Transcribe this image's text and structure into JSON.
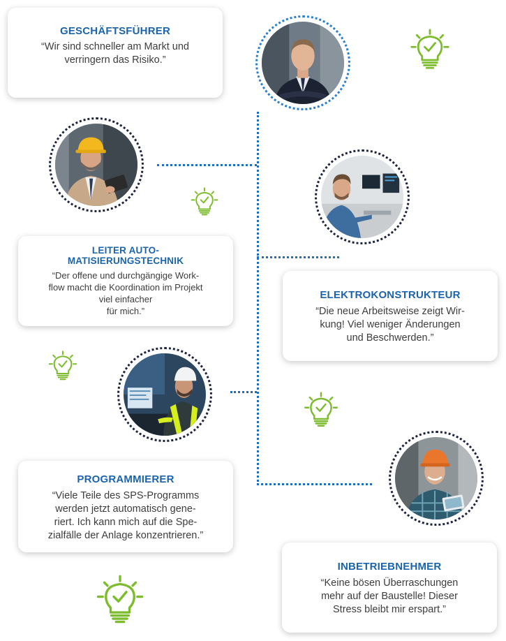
{
  "colors": {
    "title_blue": "#1b64ab",
    "line_blue": "#1f6ec1",
    "icon_green": "#7dbb2f",
    "text_gray": "#3d3d3d"
  },
  "testimonials": [
    {
      "role": "GESCHÄFTSFÜHRER",
      "quote_lines": [
        "“Wir sind schneller am Markt und",
        "verringern das Risiko.”"
      ],
      "photo_icon": "businessman-portrait-icon"
    },
    {
      "role_lines": [
        "LEITER AUTO-",
        "MATISIERUNGSTECHNIK"
      ],
      "quote_lines": [
        "“Der offene und durchgängige Work-",
        "flow macht die  Koordination im Projekt",
        "viel einfacher",
        "für mich.”"
      ],
      "photo_icon": "manager-with-hardhat-and-tablet-icon"
    },
    {
      "role": "ELEKTROKONSTRUKTEUR",
      "quote_lines": [
        "“Die neue Arbeitsweise zeigt Wir-",
        "kung! Viel weniger Änderungen",
        "und Beschwerden.”"
      ],
      "photo_icon": "engineer-at-computer-icon"
    },
    {
      "role": "PROGRAMMIERER",
      "quote_lines": [
        "“Viele Teile des SPS-Programms",
        "werden jetzt automatisch gene-",
        "riert. Ich kann mich auf die Spe-",
        "zialfälle der Anlage konzentrieren.”"
      ],
      "photo_icon": "programmer-with-helmet-icon"
    },
    {
      "role": "INBETRIEBNEHMER",
      "quote_lines": [
        "“Keine bösen Überraschungen",
        "mehr auf der Baustelle! Dieser",
        "Stress bleibt mir erspart.”"
      ],
      "photo_icon": "commissioning-worker-icon"
    }
  ],
  "icons": [
    "lightbulb-check-icon"
  ]
}
